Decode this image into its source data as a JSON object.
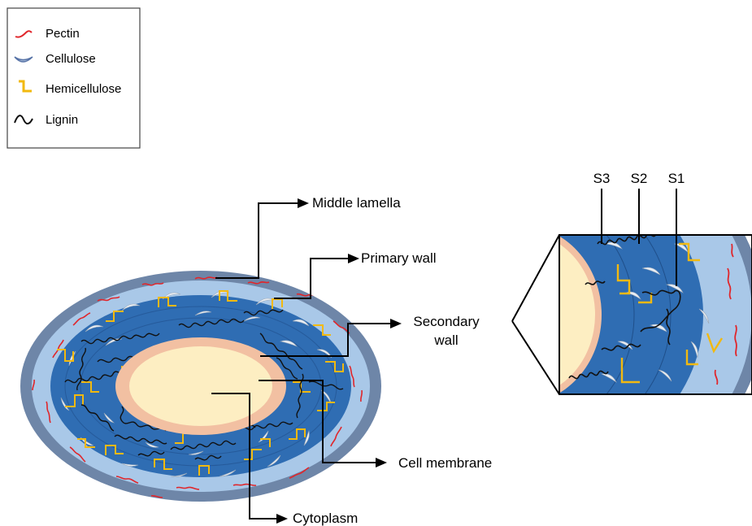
{
  "legend": {
    "items": [
      {
        "label": "Pectin",
        "icon": "pectin-red-squiggle-icon",
        "color": "#e0262b"
      },
      {
        "label": "Cellulose",
        "icon": "cellulose-crescent-icon",
        "color": "#6f8fc4"
      },
      {
        "label": "Hemicellulose",
        "icon": "hemicellulose-yellow-step-icon",
        "color": "#f2b90f"
      },
      {
        "label": "Lignin",
        "icon": "lignin-black-wave-icon",
        "color": "#1a1a1a"
      }
    ]
  },
  "labels": {
    "middle_lamella": "Middle lamella",
    "primary_wall": "Primary wall",
    "secondary_wall_line1": "Secondary",
    "secondary_wall_line2": "wall",
    "cell_membrane": "Cell membrane",
    "cytoplasm": "Cytoplasm"
  },
  "inset": {
    "s3": "S3",
    "s2": "S2",
    "s1": "S1"
  },
  "colors": {
    "middle_lamella": "#6e86a8",
    "primary_wall": "#a9c8e8",
    "secondary_wall": "#2f6db3",
    "cell_membrane": "#f2c0a2",
    "cytoplasm": "#fdeec2",
    "pectin": "#e0262b",
    "hemicellulose": "#f2b90f",
    "lignin": "#111111",
    "cellulose": "#e8edf3"
  }
}
